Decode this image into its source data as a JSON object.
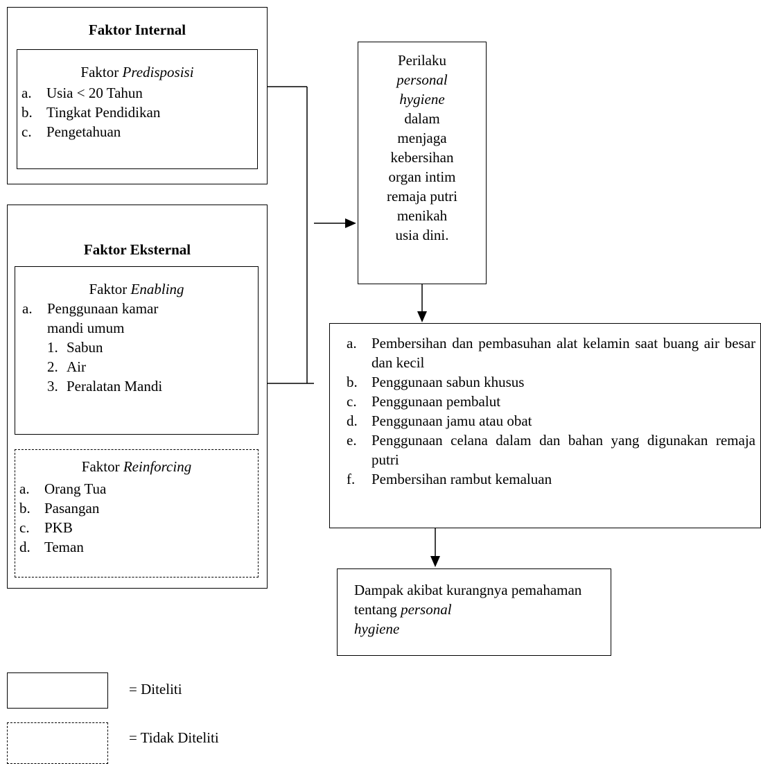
{
  "internal": {
    "title": "Faktor Internal",
    "predisposisi_prefix": "Faktor ",
    "predisposisi_italic": "Predisposisi",
    "items": [
      {
        "mark": "a.",
        "text": "Usia < 20 Tahun"
      },
      {
        "mark": "b.",
        "text": "Tingkat Pendidikan"
      },
      {
        "mark": "c.",
        "text": "Pengetahuan"
      }
    ]
  },
  "external": {
    "title": "Faktor Eksternal",
    "enabling_prefix": "Faktor ",
    "enabling_italic": "Enabling",
    "enabling_item_mark": "a.",
    "enabling_item_line1": "Penggunaan kamar",
    "enabling_item_line2": "mandi umum",
    "enabling_sub": [
      {
        "mark": "1.",
        "text": "Sabun"
      },
      {
        "mark": "2.",
        "text": "Air"
      },
      {
        "mark": "3.",
        "text": "Peralatan Mandi"
      }
    ],
    "reinforcing_prefix": "Faktor ",
    "reinforcing_italic": "Reinforcing",
    "reinforcing_items": [
      {
        "mark": "a.",
        "text": "Orang Tua"
      },
      {
        "mark": "b.",
        "text": "Pasangan"
      },
      {
        "mark": "c.",
        "text": "PKB"
      },
      {
        "mark": "d.",
        "text": "Teman"
      }
    ]
  },
  "behavior": {
    "l1": "Perilaku",
    "l2": "personal",
    "l3": "hygiene",
    "l4": "dalam",
    "l5": "menjaga",
    "l6": "kebersihan",
    "l7": "organ intim",
    "l8": "remaja putri",
    "l9": "menikah",
    "l10": "usia dini."
  },
  "actions": [
    {
      "mark": "a.",
      "text": "Pembersihan dan pembasuhan alat kelamin saat buang air  besar dan kecil"
    },
    {
      "mark": "b.",
      "text": "Penggunaan sabun khusus"
    },
    {
      "mark": "c.",
      "text": "Penggunaan pembalut"
    },
    {
      "mark": "d.",
      "text": "Penggunaan jamu atau obat"
    },
    {
      "mark": "e.",
      "text": "Penggunaan celana dalam dan bahan yang digunakan remaja putri"
    },
    {
      "mark": "f.",
      "text": "Pembersihan rambut kemaluan"
    }
  ],
  "impact": {
    "text_plain": "Dampak akibat kurangnya pemahaman tentang ",
    "italic_1": "personal",
    "italic_2": "hygiene"
  },
  "legend": {
    "solid_label": "= Diteliti",
    "dashed_label": "= Tidak Diteliti"
  }
}
